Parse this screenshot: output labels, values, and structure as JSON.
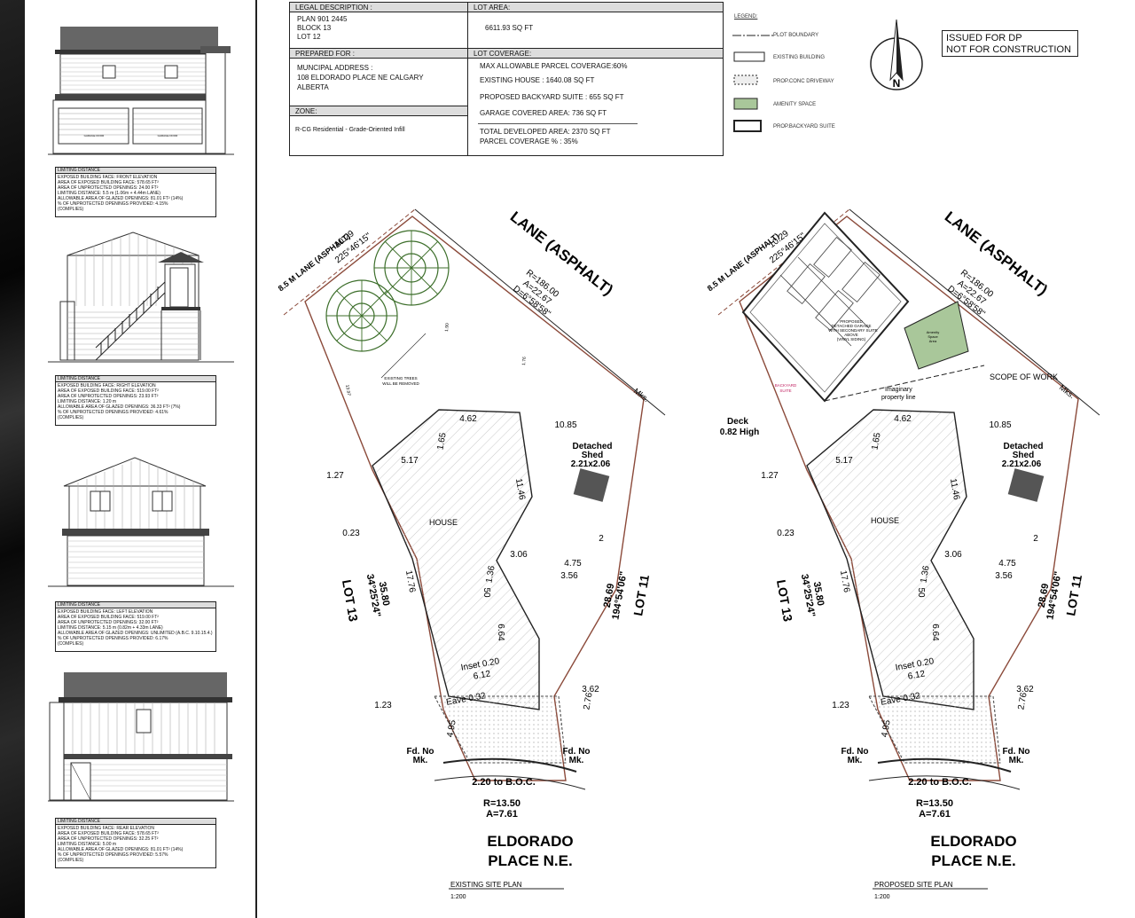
{
  "title_block": {
    "legal_description_label": "LEGAL DESCRIPTION :",
    "legal_lines": [
      "PLAN 901 2445",
      "BLOCK 13",
      "LOT 12"
    ],
    "lot_area_label": "LOT AREA:",
    "lot_area_value": "6611.93 SQ FT",
    "prepared_for_label": "PREPARED FOR :",
    "address_lines": [
      "MUNCIPAL ADDRESS :",
      "108 ELDORADO PLACE NE CALGARY",
      "ALBERTA"
    ],
    "zone_label": "ZONE:",
    "zone_value": "R-CG Residential - Grade-Oriented Infill",
    "lot_coverage_label": "LOT COVERAGE:",
    "coverage_lines": [
      "MAX ALLOWABLE PARCEL COVERAGE:60%",
      "EXISTING HOUSE : 1640.08 SQ FT",
      "PROPOSED BACKYARD SUITE : 655 SQ FT",
      "GARAGE COVERED AREA: 736 SQ FT",
      "TOTAL DEVELOPED AREA: 2370 SQ FT",
      "PARCEL COVERAGE % : 35%"
    ]
  },
  "legend": {
    "title": "LEGEND:",
    "items": [
      "PLOT BOUNDARY",
      "EXISTING BUILDING",
      "PROP.CONC DRIVEWAY",
      "AMENITY SPACE",
      "PROP.BACKYARD SUITE"
    ]
  },
  "stamp_lines": [
    "ISSUED FOR DP",
    "NOT FOR CONSTRUCTION"
  ],
  "north_label": "N",
  "elevations": {
    "garage_door_label": "GARAGE DOOR",
    "limiting_distance_label": "LIMITING DISTANCE",
    "front": [
      "EXPOSED BUILDING FACE: FRONT ELEVATION",
      "AREA OF EXPOSED BUILDING FACE: 578.65 FT²",
      "AREA OF UNPROTECTED OPENINGS: 24.00 FT²",
      "LIMITING DISTANCE: 5.5 m (1.06m + 4.44m LANE)",
      "ALLOWABLE AREA OF GLAZED OPENINGS: 81.01 FT² (14%)",
      "% OF UNPROTECTED OPENINGS PROVIDED: 4.15%",
      "(COMPLIES)"
    ],
    "right": [
      "EXPOSED BUILDING FACE: RIGHT ELEVATION",
      "AREA OF EXPOSED BUILDING FACE: 519.00 FT²",
      "AREA OF UNPROTECTED OPENINGS: 23.93 FT²",
      "LIMITING DISTANCE: 1.20 m",
      "ALLOWABLE AREA OF GLAZED OPENINGS: 36.33 FT² (7%)",
      "% OF UNPROTECTED OPENINGS PROVIDED: 4.61%",
      "(COMPLIES)"
    ],
    "left": [
      "EXPOSED BUILDING FACE: LEFT ELEVATION",
      "AREA OF EXPOSED BUILDING FACE: 519.00 FT²",
      "AREA OF UNPROTECTED OPENINGS: 32.00 FT²",
      "LIMITING DISTANCE: 5.15 m (0.82m + 4.33m LANE)",
      "ALLOWABLE AREA OF GLAZED OPENINGS: UNLIMITED (A.B.C. 9.10.15.4.)",
      "% OF UNPROTECTED OPENINGS PROVIDED: 6.17%",
      "(COMPLIES)"
    ],
    "rear": [
      "EXPOSED BUILDING FACE: REAR ELEVATION",
      "AREA OF EXPOSED BUILDING FACE: 578.65 FT²",
      "AREA OF UNPROTECTED OPENINGS: 32.25 FT²",
      "LIMITING DISTANCE: 5.00 m",
      "ALLOWABLE AREA OF GLAZED OPENINGS: 81.01 FT² (14%)",
      "% OF UNPROTECTED OPENINGS PROVIDED: 5.57%",
      "(COMPLIES)"
    ]
  },
  "plan_labels": {
    "lane_big": "LANE (ASPHALT)",
    "lane_small": "8.5 M LANE (ASPHALT)",
    "lane_dist": "10.29",
    "lane_bearing": "225°46'15\"",
    "curve_r": "R=186.00",
    "curve_a": "A=22.67",
    "curve_d": "D=6°58'58\"",
    "mks": "Mks.",
    "d1085": "10.85",
    "d462": "4.62",
    "d165": "1.65",
    "d517": "5.17",
    "d127": "1.27",
    "d1146": "11.46",
    "shed": "Detached",
    "shed2": "Shed",
    "shed_dim": "2.21x2.06",
    "house": "HOUSE",
    "d023": "0.23",
    "d2": "2",
    "d306": "3.06",
    "d475": "4.75",
    "d356": "3.56",
    "d136": "1.36",
    "d50": "50",
    "d1776": "17.76",
    "left_dist": "35.80",
    "left_bearing": "34°25'24\"",
    "lot13": "LOT 13",
    "right_dist": "28.69",
    "right_bearing": "194°54'06\"",
    "lot11": "LOT 11",
    "d664": "6.64",
    "inset": "Inset 0.20",
    "d612": "6.12",
    "eave": "Eave 0.32",
    "d123": "1.23",
    "d362": "3.62",
    "d276": "2.76",
    "d495": "4.95",
    "fdno": "Fd. No",
    "mk": "Mk.",
    "boc": "2.20 to B.O.C.",
    "r1350": "R=13.50",
    "a761": "A=7.61",
    "street1": "ELDORADO",
    "street2": "PLACE N.E.",
    "trees_note": "EXISTING TREES",
    "trees_note2": "WILL BE REMOVED",
    "d190": "1.90",
    "d176": "1.76",
    "d1397": "13.97"
  },
  "proposed_labels": {
    "suite1": "PROPOSED",
    "suite2": "DETACHED GARAGE",
    "suite3": "WITH SECONDARY SUITE",
    "suite4": "ABOVE",
    "suite5": "(VINYL SIDING)",
    "amenity1": "Amenity",
    "amenity2": "Space",
    "amenity3": "Area",
    "scope": "SCOPE OF WORK",
    "imaginary1": "Imaginary",
    "imaginary2": "property line",
    "deck1": "Deck",
    "deck2": "0.82 High",
    "backyard1": "BACKYARD",
    "backyard2": "SUITE"
  },
  "captions": {
    "existing": "EXISTING SITE PLAN",
    "proposed": "PROPOSED SITE PLAN",
    "scale": "1:200"
  },
  "colors": {
    "boundary": "#8b4a3a",
    "tree": "#3c6e2a",
    "amenity": "#a9c79a",
    "shed": "#555555"
  }
}
